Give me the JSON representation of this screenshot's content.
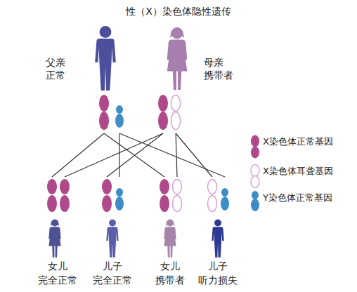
{
  "diagram": {
    "title": "性（X）染色体隐性遗传",
    "nodes": [
      {
        "text": [
          "父亲",
          "正常"
        ]
      },
      {
        "text": [
          "母亲",
          "携带者"
        ]
      },
      {
        "text": [
          "女儿",
          "完全正常"
        ]
      },
      {
        "text": [
          "儿子",
          "完全正常"
        ]
      },
      {
        "text": [
          "女儿",
          "携带者"
        ]
      },
      {
        "text": [
          "儿子",
          "听力损失"
        ]
      }
    ],
    "edges": [
      {
        "from": 0,
        "to": 2,
        "arrow": "none"
      },
      {
        "from": 0,
        "to": 3,
        "arrow": "none"
      },
      {
        "from": 0,
        "to": 4,
        "arrow": "none"
      },
      {
        "from": 0,
        "to": 5,
        "arrow": "none"
      },
      {
        "from": 1,
        "to": 2,
        "arrow": "none"
      },
      {
        "from": 1,
        "to": 3,
        "arrow": "none"
      },
      {
        "from": 1,
        "to": 4,
        "arrow": "none"
      },
      {
        "from": 1,
        "to": 5,
        "arrow": "none"
      }
    ],
    "legend": [
      {
        "text": "X染色体正常基因",
        "color": "#b0498a"
      },
      {
        "text": "X染色体耳聋基因",
        "color": "#d7a3d6"
      },
      {
        "text": "Y染色体正常基因",
        "color": "#3f8dc6"
      }
    ]
  }
}
